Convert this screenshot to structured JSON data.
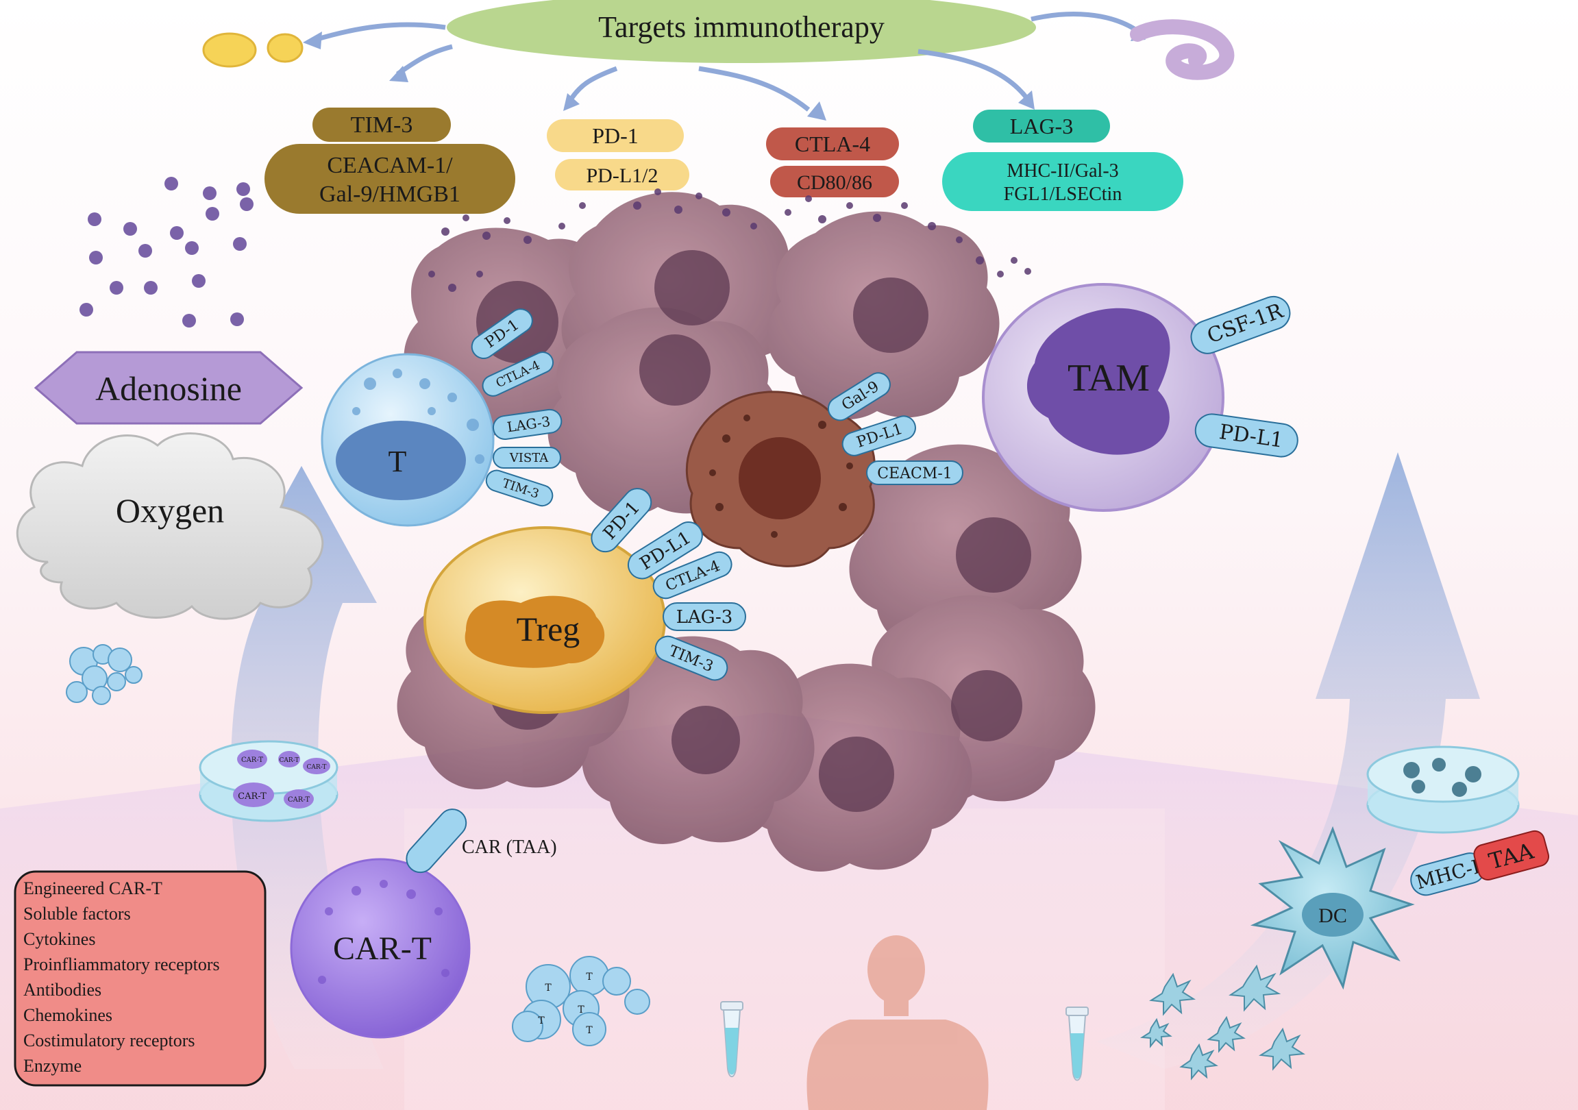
{
  "title": "Targets immunotherapy",
  "targets": {
    "tim3": "TIM-3",
    "tim3_ligands": [
      "CEACAM-1/",
      "Gal-9/HMGB1"
    ],
    "pd1": "PD-1",
    "pdl": "PD-L1/2",
    "ctla4": "CTLA-4",
    "cd80": "CD80/86",
    "lag3": "LAG-3",
    "lag3_ligands": [
      "MHC-II/Gal-3",
      "FGL1/LSECtin"
    ]
  },
  "environment": {
    "adenosine": "Adenosine",
    "oxygen": "Oxygen"
  },
  "t_cell": {
    "label": "T",
    "receptors": [
      "PD-1",
      "CTLA-4",
      "LAG-3",
      "VISTA",
      "TIM-3"
    ]
  },
  "treg": {
    "label": "Treg",
    "receptors": [
      "PD-1",
      "PD-L1",
      "CTLA-4",
      "LAG-3",
      "TIM-3"
    ]
  },
  "tumor_cell": {
    "receptors": [
      "Gal-9",
      "PD-L1",
      "CEACM-1"
    ]
  },
  "tam": {
    "label": "TAM",
    "receptors": [
      "CSF-1R",
      "PD-L1"
    ]
  },
  "car_t": {
    "label": "CAR-T",
    "receptor": "CAR (TAA)",
    "dish_labels": [
      "CAR-T",
      "CAR-T",
      "CAR-T",
      "CAR-T",
      "CAR-T"
    ],
    "cluster_label": "T"
  },
  "components": [
    "Engineered CAR-T",
    "Soluble factors",
    "Cytokines",
    "Proinfliammatory receptors",
    "Antibodies",
    "Chemokines",
    "Costimulatory receptors",
    "Enzyme"
  ],
  "dc": {
    "label": "DC",
    "mhc": "MHC-I",
    "antigen": "TAA"
  },
  "colors": {
    "title_green": "#b9d68f",
    "tim3_olive": "#9a7a2e",
    "pd1_yellow": "#f8d98a",
    "ctla4_red": "#c0584a",
    "lag3_teal": "#2fbfa6",
    "lag3_ligand_teal": "#3ad6c0",
    "receptor_blue": "#9fd4ef",
    "tumor_purple": "#7d5570",
    "tam_purple": "#8e74b8",
    "treg_yellow": "#f0c964",
    "components_red": "#f08c88",
    "arrow_blue": "#8fa8d8"
  }
}
